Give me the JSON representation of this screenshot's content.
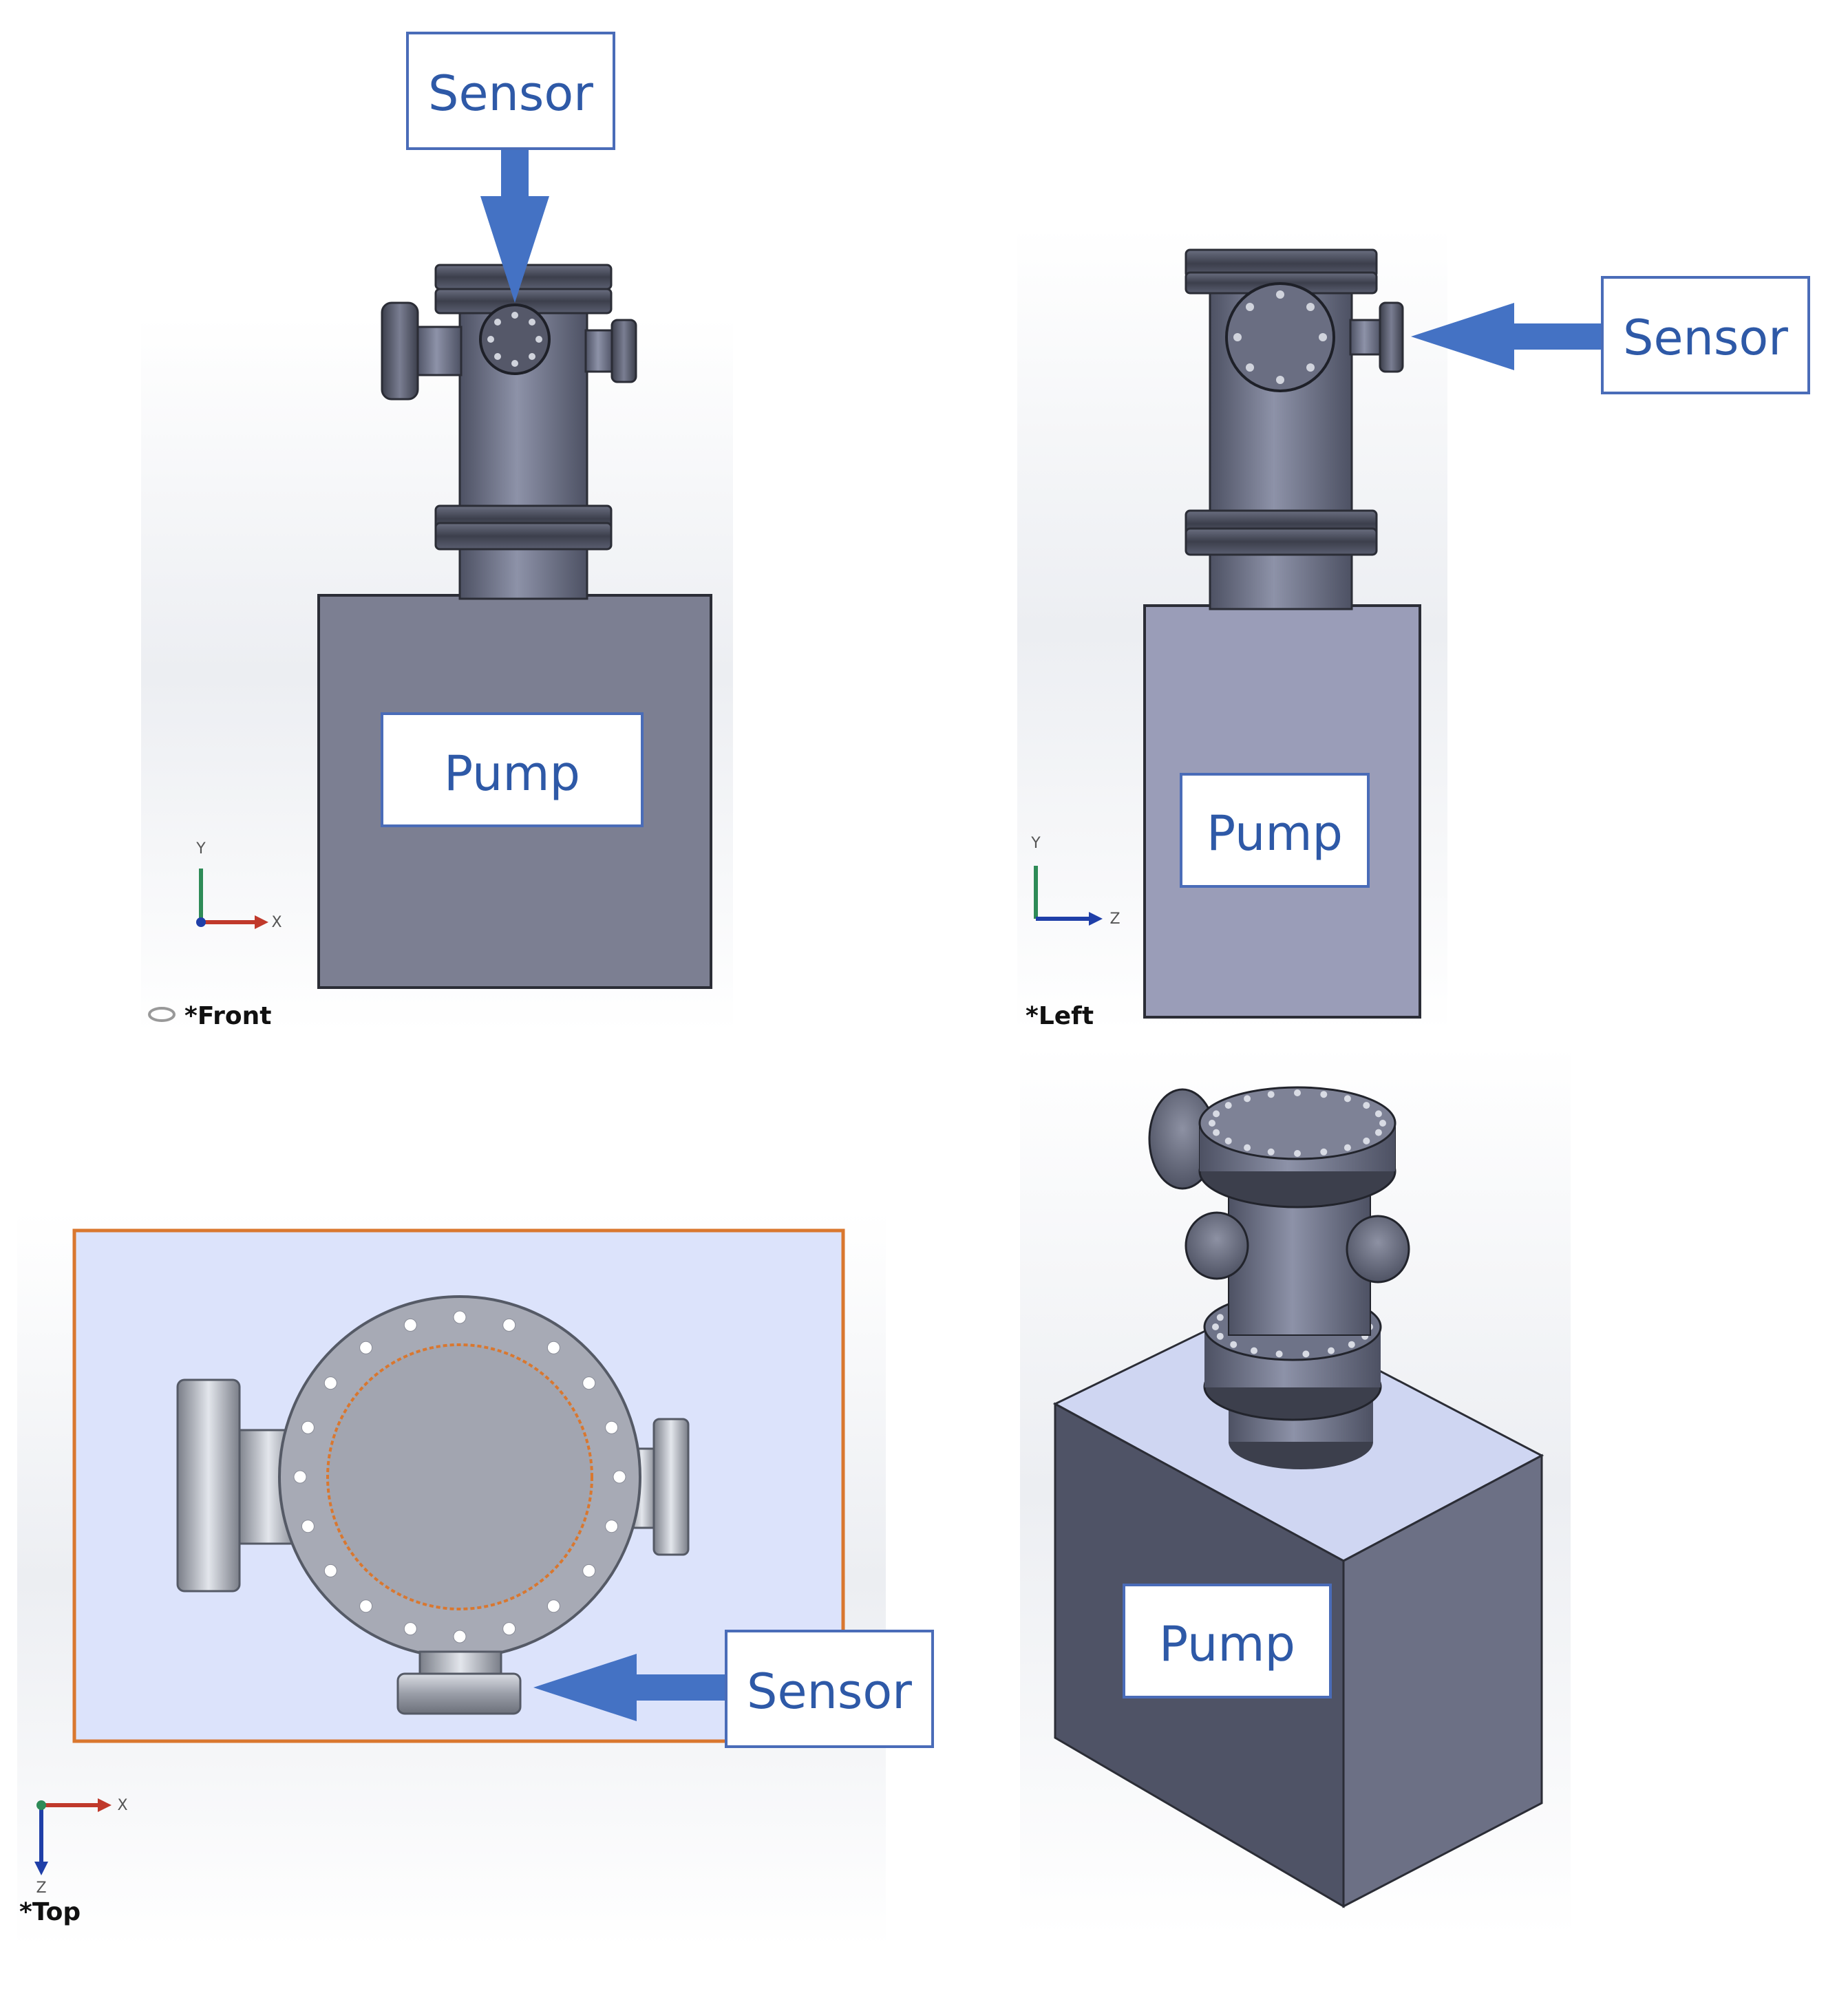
{
  "colors": {
    "callout_border": "#4a6cb8",
    "callout_text": "#2e59a7",
    "arrow_blue": "#4472c4",
    "pipe_gray": "#6e7388",
    "flange_dark": "#4a4d5c",
    "pump_front": "#7c7f92",
    "pump_side": "#9a9db8",
    "top_plate": "#dce3fb",
    "plate_border": "#d9772f",
    "axis_red": "#c0392b",
    "axis_green": "#2e8b57",
    "axis_blue": "#1f3fa8"
  },
  "views": {
    "front": {
      "label": "*Front",
      "sensor_label": "Sensor",
      "pump_label": "Pump",
      "axes": {
        "up": "Y",
        "right": "X"
      }
    },
    "left": {
      "label": "*Left",
      "sensor_label": "Sensor",
      "pump_label": "Pump",
      "axes": {
        "up": "Y",
        "right": "Z"
      }
    },
    "top": {
      "label": "*Top",
      "sensor_label": "Sensor",
      "axes": {
        "right": "X",
        "down": "Z"
      }
    },
    "iso": {
      "pump_label": "Pump"
    }
  }
}
